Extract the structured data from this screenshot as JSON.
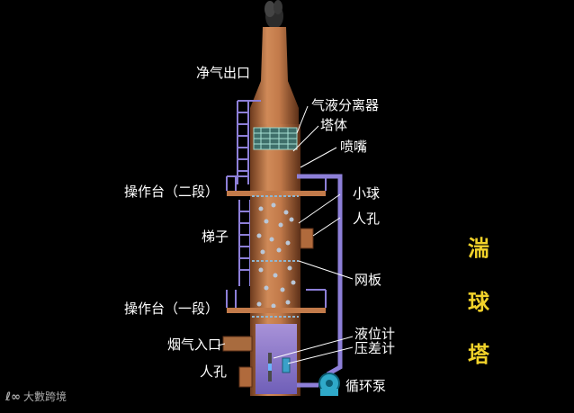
{
  "title_chars": [
    "湍",
    "球",
    "塔"
  ],
  "labels": {
    "clean_gas_outlet": "净气出口",
    "gas_liquid_separator": "气液分离器",
    "tower_body": "塔体",
    "nozzle": "喷嘴",
    "platform_upper": "操作台（二段）",
    "small_ball": "小球",
    "manhole_upper": "人孔",
    "ladder": "梯子",
    "mesh_plate": "网板",
    "platform_lower": "操作台（一段）",
    "flue_gas_inlet": "烟气入口",
    "level_gauge": "液位计",
    "pressure_diff_gauge": "压差计",
    "manhole_lower": "人孔",
    "circulation_pump": "循环泵"
  },
  "watermark": {
    "logo": "ℓ∞",
    "text": "大數跨境"
  },
  "colors": {
    "tower": "#c27a4a",
    "tower_dark": "#7a4526",
    "pipe": "#8d7fd8",
    "pump": "#2fa9c9",
    "title": "#f2d22a",
    "label": "#ffffff"
  }
}
